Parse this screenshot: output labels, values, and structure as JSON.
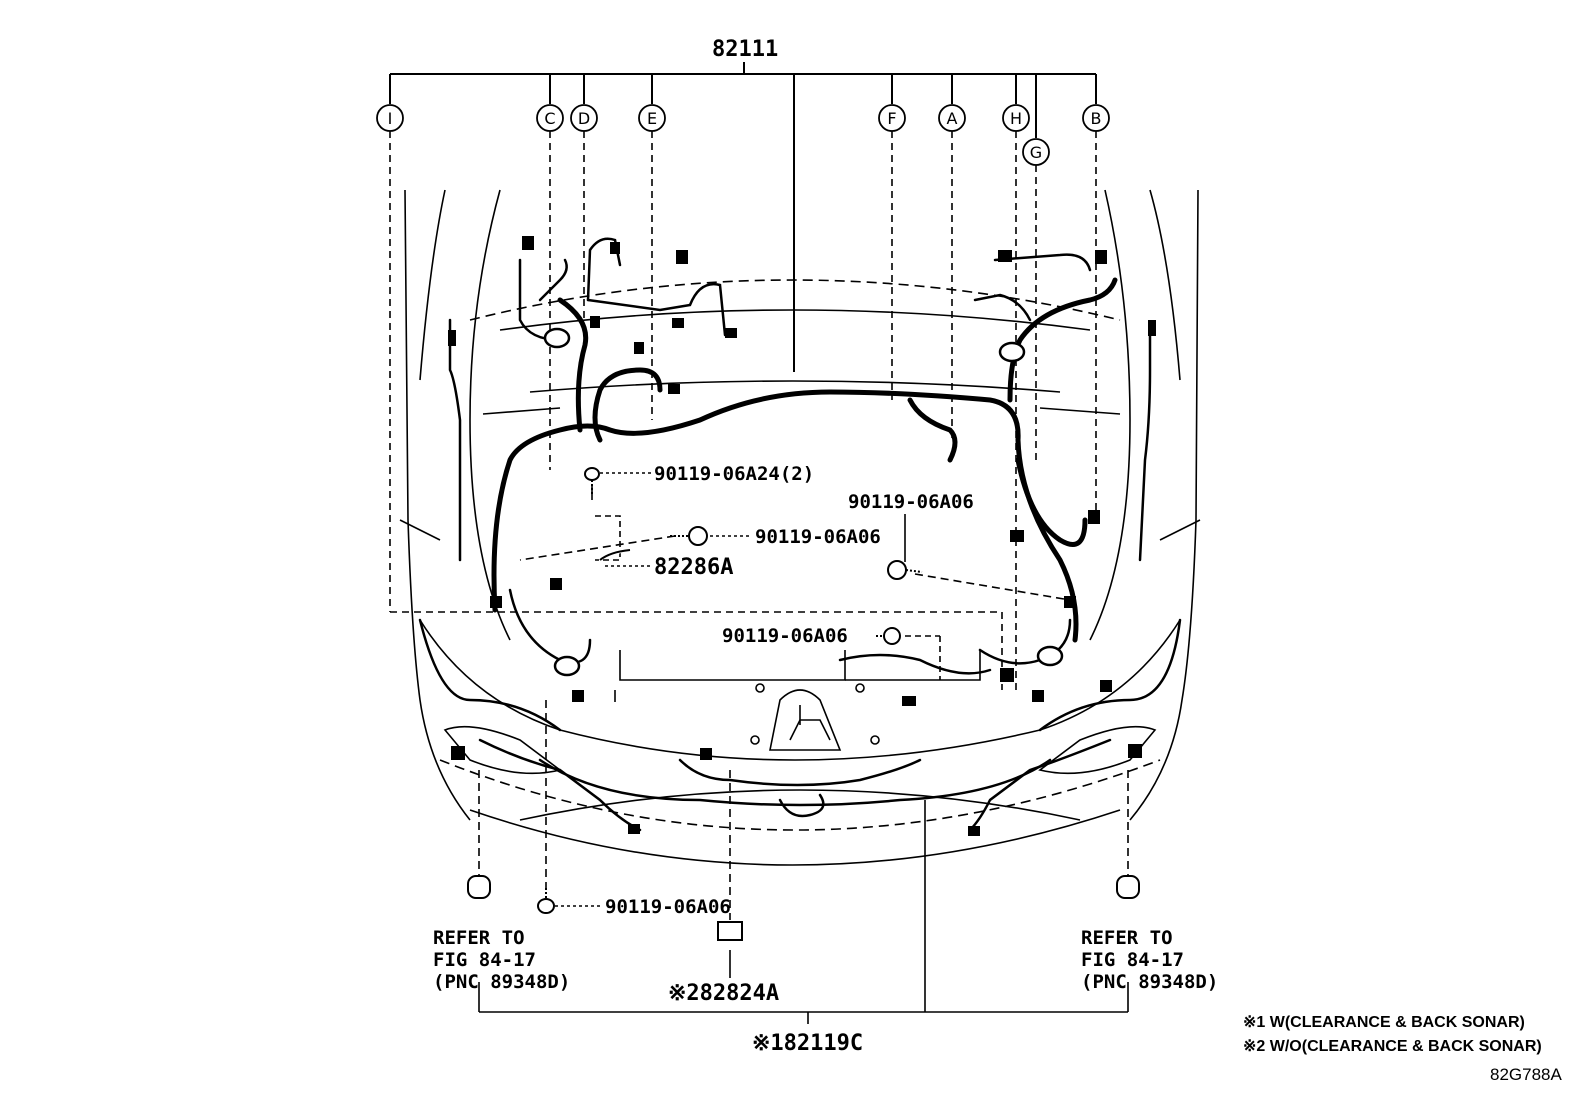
{
  "main_part_number": "82111",
  "callouts": [
    "I",
    "C",
    "D",
    "E",
    "F",
    "A",
    "H",
    "G",
    "B"
  ],
  "fasteners": {
    "bolt_upper_left": "90119-06A24(2)",
    "bolt_center_left": "90119-06A06",
    "bolt_center_right": "90119-06A06",
    "bolt_lower_center": "90119-06A06",
    "bolt_lower_left": "90119-06A06"
  },
  "parts": {
    "bracket": "82286A",
    "connector_2": "※282824A",
    "wire_1": "※182119C"
  },
  "refer_left": {
    "line1": "REFER TO",
    "line2": "FIG 84-17",
    "line3": "(PNC 89348D)"
  },
  "refer_right": {
    "line1": "REFER TO",
    "line2": "FIG 84-17",
    "line3": "(PNC 89348D)"
  },
  "notes": {
    "note1": "※1 W(CLEARANCE & BACK SONAR)",
    "note2": "※2 W/O(CLEARANCE & BACK SONAR)"
  },
  "figure_code": "82G788A"
}
